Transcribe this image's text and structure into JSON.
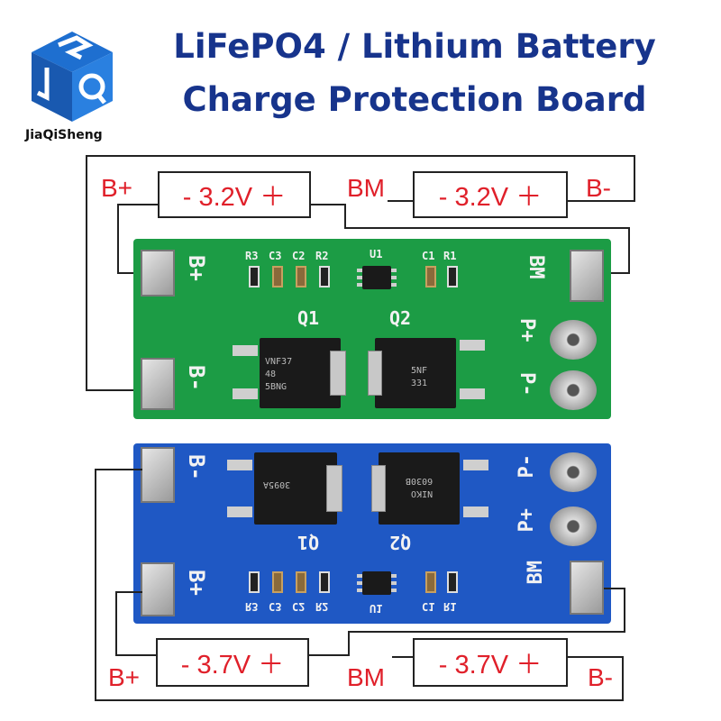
{
  "brand": {
    "name": "JiaQiSheng",
    "logo_letters": "JQS"
  },
  "title": {
    "line1": "LiFePO4 / Lithium Battery",
    "line2": "Charge Protection Board"
  },
  "top": {
    "b_plus": "B+",
    "bm": "BM",
    "b_minus": "B-",
    "cell1": "- 3.2V ＋",
    "cell2": "- 3.2V ＋",
    "board": {
      "labels": {
        "r3": "R3",
        "c3": "C3",
        "c2": "C2",
        "r2": "R2",
        "u1": "U1",
        "c1": "C1",
        "r1": "R1",
        "q1": "Q1",
        "q2": "Q2",
        "bplus": "B+",
        "bminus": "B-",
        "bm": "BM",
        "pplus": "P+",
        "pminus": "P-"
      },
      "mosfet1_marking": "VNF37\n48\n5BNG",
      "mosfet2_marking": "5NF\n331"
    }
  },
  "bottom": {
    "b_plus": "B+",
    "bm": "BM",
    "b_minus": "B-",
    "cell1": "- 3.7V ＋",
    "cell2": "- 3.7V ＋",
    "board": {
      "labels": {
        "bminus": "B-",
        "bplus": "B+",
        "bm": "BM",
        "pminus": "P-",
        "pplus": "P+",
        "q1": "Q1",
        "q2": "Q2",
        "r3": "R3",
        "c3": "C3",
        "c2": "C2",
        "r2": "R2",
        "u1": "U1",
        "c1": "C1",
        "r1": "R1"
      },
      "mosfet1_marking": "3095A",
      "mosfet2_marking": "NIKO\n6030B"
    }
  },
  "colors": {
    "title": "#17348c",
    "label": "#e0202a",
    "green_pcb": "#1c9c45",
    "blue_pcb": "#1f58c4",
    "wire": "#222222"
  }
}
